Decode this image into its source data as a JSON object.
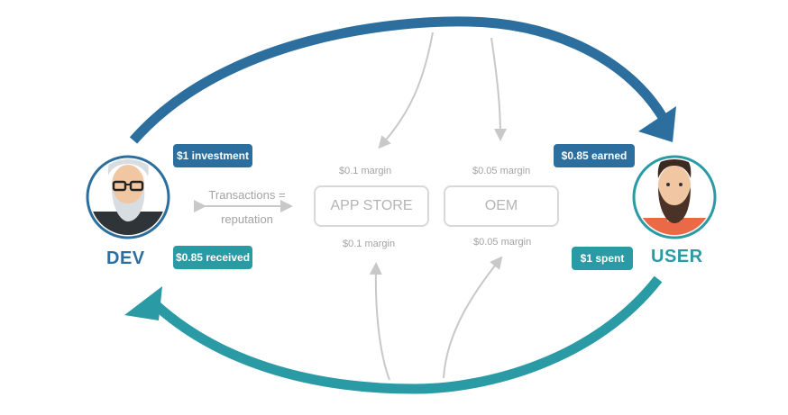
{
  "actors": {
    "dev_label": "DEV",
    "user_label": "USER"
  },
  "badges": {
    "dev_investment": "$1 investment",
    "dev_received": "$0.85 received",
    "user_earned": "$0.85 earned",
    "user_spent": "$1 spent"
  },
  "middle": {
    "transactions_line1": "Transactions =",
    "transactions_line2": "reputation",
    "app_store": "APP STORE",
    "oem": "OEM",
    "app_store_margin_top": "$0.1 margin",
    "app_store_margin_bottom": "$0.1 margin",
    "oem_margin_top": "$0.05 margin",
    "oem_margin_bottom": "$0.05 margin"
  },
  "colors": {
    "blue": "#2c6f9e",
    "teal": "#2a9aa4",
    "gray": "#c8c8c8"
  }
}
